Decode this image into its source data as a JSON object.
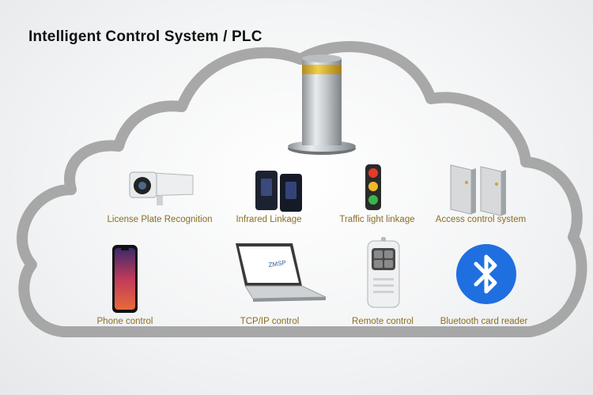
{
  "title": "Intelligent Control System / PLC",
  "colors": {
    "label": "#8a6d22",
    "cloud": "#9a9a9a",
    "bluetooth": "#1f6fe0"
  },
  "devices": [
    {
      "label": "License Plate Recognition",
      "icon": "camera-icon"
    },
    {
      "label": "Infrared Linkage",
      "icon": "infrared-sensor-icon"
    },
    {
      "label": "Traffic light linkage",
      "icon": "traffic-light-icon"
    },
    {
      "label": "Access control system",
      "icon": "turnstile-icon"
    },
    {
      "label": "Phone control",
      "icon": "phone-icon"
    },
    {
      "label": "TCP/IP control",
      "icon": "laptop-icon"
    },
    {
      "label": "Remote control",
      "icon": "remote-icon"
    },
    {
      "label": "Bluetooth card reader",
      "icon": "bluetooth-icon"
    }
  ]
}
